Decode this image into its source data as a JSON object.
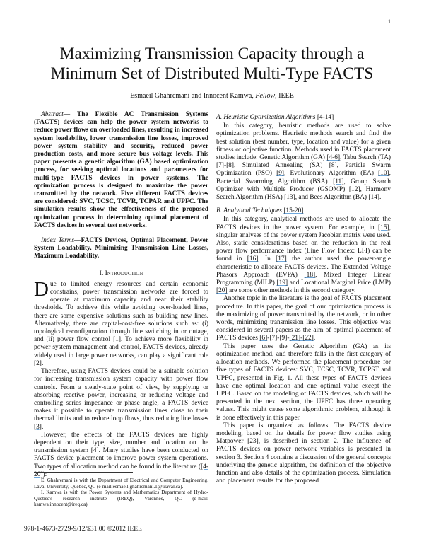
{
  "page_number": "1",
  "title_lines": [
    "Maximizing Transmission Capacity through a",
    "Minimum Set of Distributed Multi-Type FACTS"
  ],
  "authors": {
    "names": "Esmaeil Ghahremani and Innocent Kamwa, ",
    "grade": "Fellow",
    "org": ", IEEE"
  },
  "abstract": {
    "label": "Abstract",
    "text": "— The Flexible AC Transmission Systems (FACTS) devices can help the power system networks to reduce power flows on overloaded lines, resulting in increased system loadability, lower transmission line losses, improved power system stability and security, reduced power production costs, and more secure bus voltage levels. This paper presents a genetic algorithm (GA) based optimization process, for seeking optimal locations and parameters for multi-type FACTS devices in power systems. The optimization process is designed to maximize the power transmitted by the network. Five different FACTS devices are considered: SVC, TCSC, TCVR, TCPAR and UPFC. The simulation results show the effectiveness of the proposed optimization process in determining optimal placement of FACTS devices in several test networks."
  },
  "index_terms": {
    "label": "Index Terms",
    "text": "—FACTS Devices, Optimal Placement, Power System Loadability, Minimizing Transmission Line Losses, Maximum Loadability."
  },
  "section1_heading": "I. Introduction",
  "drop_cap": "D",
  "left_paragraphs": [
    [
      "ue to limited energy resources and certain economic constrains, power transmission networks are forced to operate at maximum capacity and near their stability thresholds. To achieve this while avoiding over-loaded lines, there are some expensive solutions such as building new lines. Alternatively, there are capital-cost-free solutions such as: (i) topological reconfiguration through line switching in or outage, and (ii) power flow control ",
      {
        "ref": "[1]"
      },
      ". To achieve more flexibility in power system management and control, FACTS devices, already widely used in large power networks, can play a significant role ",
      {
        "ref": "[2]"
      },
      "."
    ],
    [
      "Therefore, using FACTS devices could be a suitable solution for increasing transmission system capacity with power flow controls. From a steady-state point of view, by supplying or absorbing reactive power, increasing or reducing voltage and controlling series impedance or phase angle, a FACTS device makes it possible to operate transmission lines close to their thermal limits and to reduce loop flows, thus reducing line losses ",
      {
        "ref": "[3]"
      },
      "."
    ],
    [
      "However, the effects of the FACTS devices are highly dependent on their type, size, number and location on the transmission system ",
      {
        "ref": "[4]"
      },
      ". Many studies have been conducted on FACTS device placement to improve power system operations. Two types of allocation method can be found in the literature (",
      {
        "ref": "[4-20]"
      },
      "):"
    ]
  ],
  "footnotes": [
    "E. Ghahremani is with the Department of Electrical and Computer Engineering, Laval University, Québec, QC (e-mail:esmaeil.ghahremani.1@ulaval.ca).",
    "I. Kamwa is with the Power Systems and Mathematics Department of Hydro-Québec's research institute (IREQ), Varennes, QC (e-mail: kamwa.innocent@ireq.ca)."
  ],
  "copyright": "978-1-4673-2729-9/12/$31.00 ©2012 IEEE",
  "subsection_a": {
    "label": "A.  Heuristic Optimization Algorithms ",
    "ref": "[4-14]"
  },
  "subsection_b": {
    "label": "B.  Analytical Techniques ",
    "ref": "[15-20]"
  },
  "right_a_paragraphs": [
    [
      "In this category, heuristic methods are used to solve optimization problems. Heuristic methods search and find the best solution (best number, type, location and value) for a given fitness or objective function. Methods used in FACTS placement studies include: Genetic Algorithm (GA) ",
      {
        "ref": "[4-6]"
      },
      ", Tabu Search (TA) ",
      {
        "ref": "[7]"
      },
      "-",
      {
        "ref": "[8]"
      },
      ", Simulated Annealing (SA) ",
      {
        "ref": "[8]"
      },
      ", Particle Swarm Optimization (PSO) ",
      {
        "ref": "[9]"
      },
      ", Evolutionary Algorithm (EA) ",
      {
        "ref": "[10]"
      },
      ", Bacterial Swarming Algorithm (BSA) ",
      {
        "ref": "[11]"
      },
      ", Group Search Optimizer with Multiple Producer (GSOMP) ",
      {
        "ref": "[12]"
      },
      ", Harmony Search Algorithm (HSA) ",
      {
        "ref": "[13]"
      },
      ", and Bees Algorithm (BA) ",
      {
        "ref": "[14]"
      },
      "."
    ]
  ],
  "right_b_paragraphs": [
    [
      "In this category, analytical methods are used to allocate the FACTS devices in the power system. For example, in ",
      {
        "ref": "[15]"
      },
      ", singular analyses of the power system Jacobian matrix were used. Also, static considerations based on the reduction in the real power flow performance index (Line Flow Index: LFI) can be found in ",
      {
        "ref": "[16]"
      },
      ". In ",
      {
        "ref": "[17]"
      },
      " the author used the power-angle characteristic to allocate FACTS devices. The Extended Voltage Phasors Approach (EVPA) ",
      {
        "ref": "[18]"
      },
      ", Mixed Integer Linear Programming (MILP) ",
      {
        "ref": "[19]"
      },
      " and Locational Marginal Price (LMP) ",
      {
        "ref": "[20]"
      },
      " are some other methods in this second category."
    ],
    [
      "Another topic in the literature is the goal of FACTS placement procedure. In this paper, the goal of our optimization process is the maximizing of power transmitted by the network, or in other words, minimizing transmission line losses. This objective was considered in several papers as the aim of optimal placement of FACTS devices ",
      {
        "ref": "[6]"
      },
      "-[7]-[9]-",
      {
        "ref": "[21]-[22]"
      },
      "."
    ],
    [
      "This paper uses the Genetic Algorithm (GA) as its optimization method, and therefore falls in the first category of allocation methods. We performed the placement procedure for five types of FACTS devices: SVC, TCSC, TCVR, TCPST and UPFC, presented in Fig. 1. All these types of FACTS devices have one optimal location and one optimal value except the UPFC. Based on the modeling of FACTS devices, which will be presented in the next section, the UPFC has three operating values. This might cause some algorithmic problem, although it is done effectively in this paper."
    ],
    [
      "This paper is organized as follows. The FACTS device modeling, based on the details for power flow studies using Matpower ",
      {
        "ref": "[23]"
      },
      ", is described in section 2. The influence of FACTS devices on power network variables is presented in section 3. Section 4 contains a discussion of the general concepts underlying the genetic algorithm, the definition of the objective function and also details of the optimization process. Simulation and placement results for the proposed"
    ]
  ]
}
